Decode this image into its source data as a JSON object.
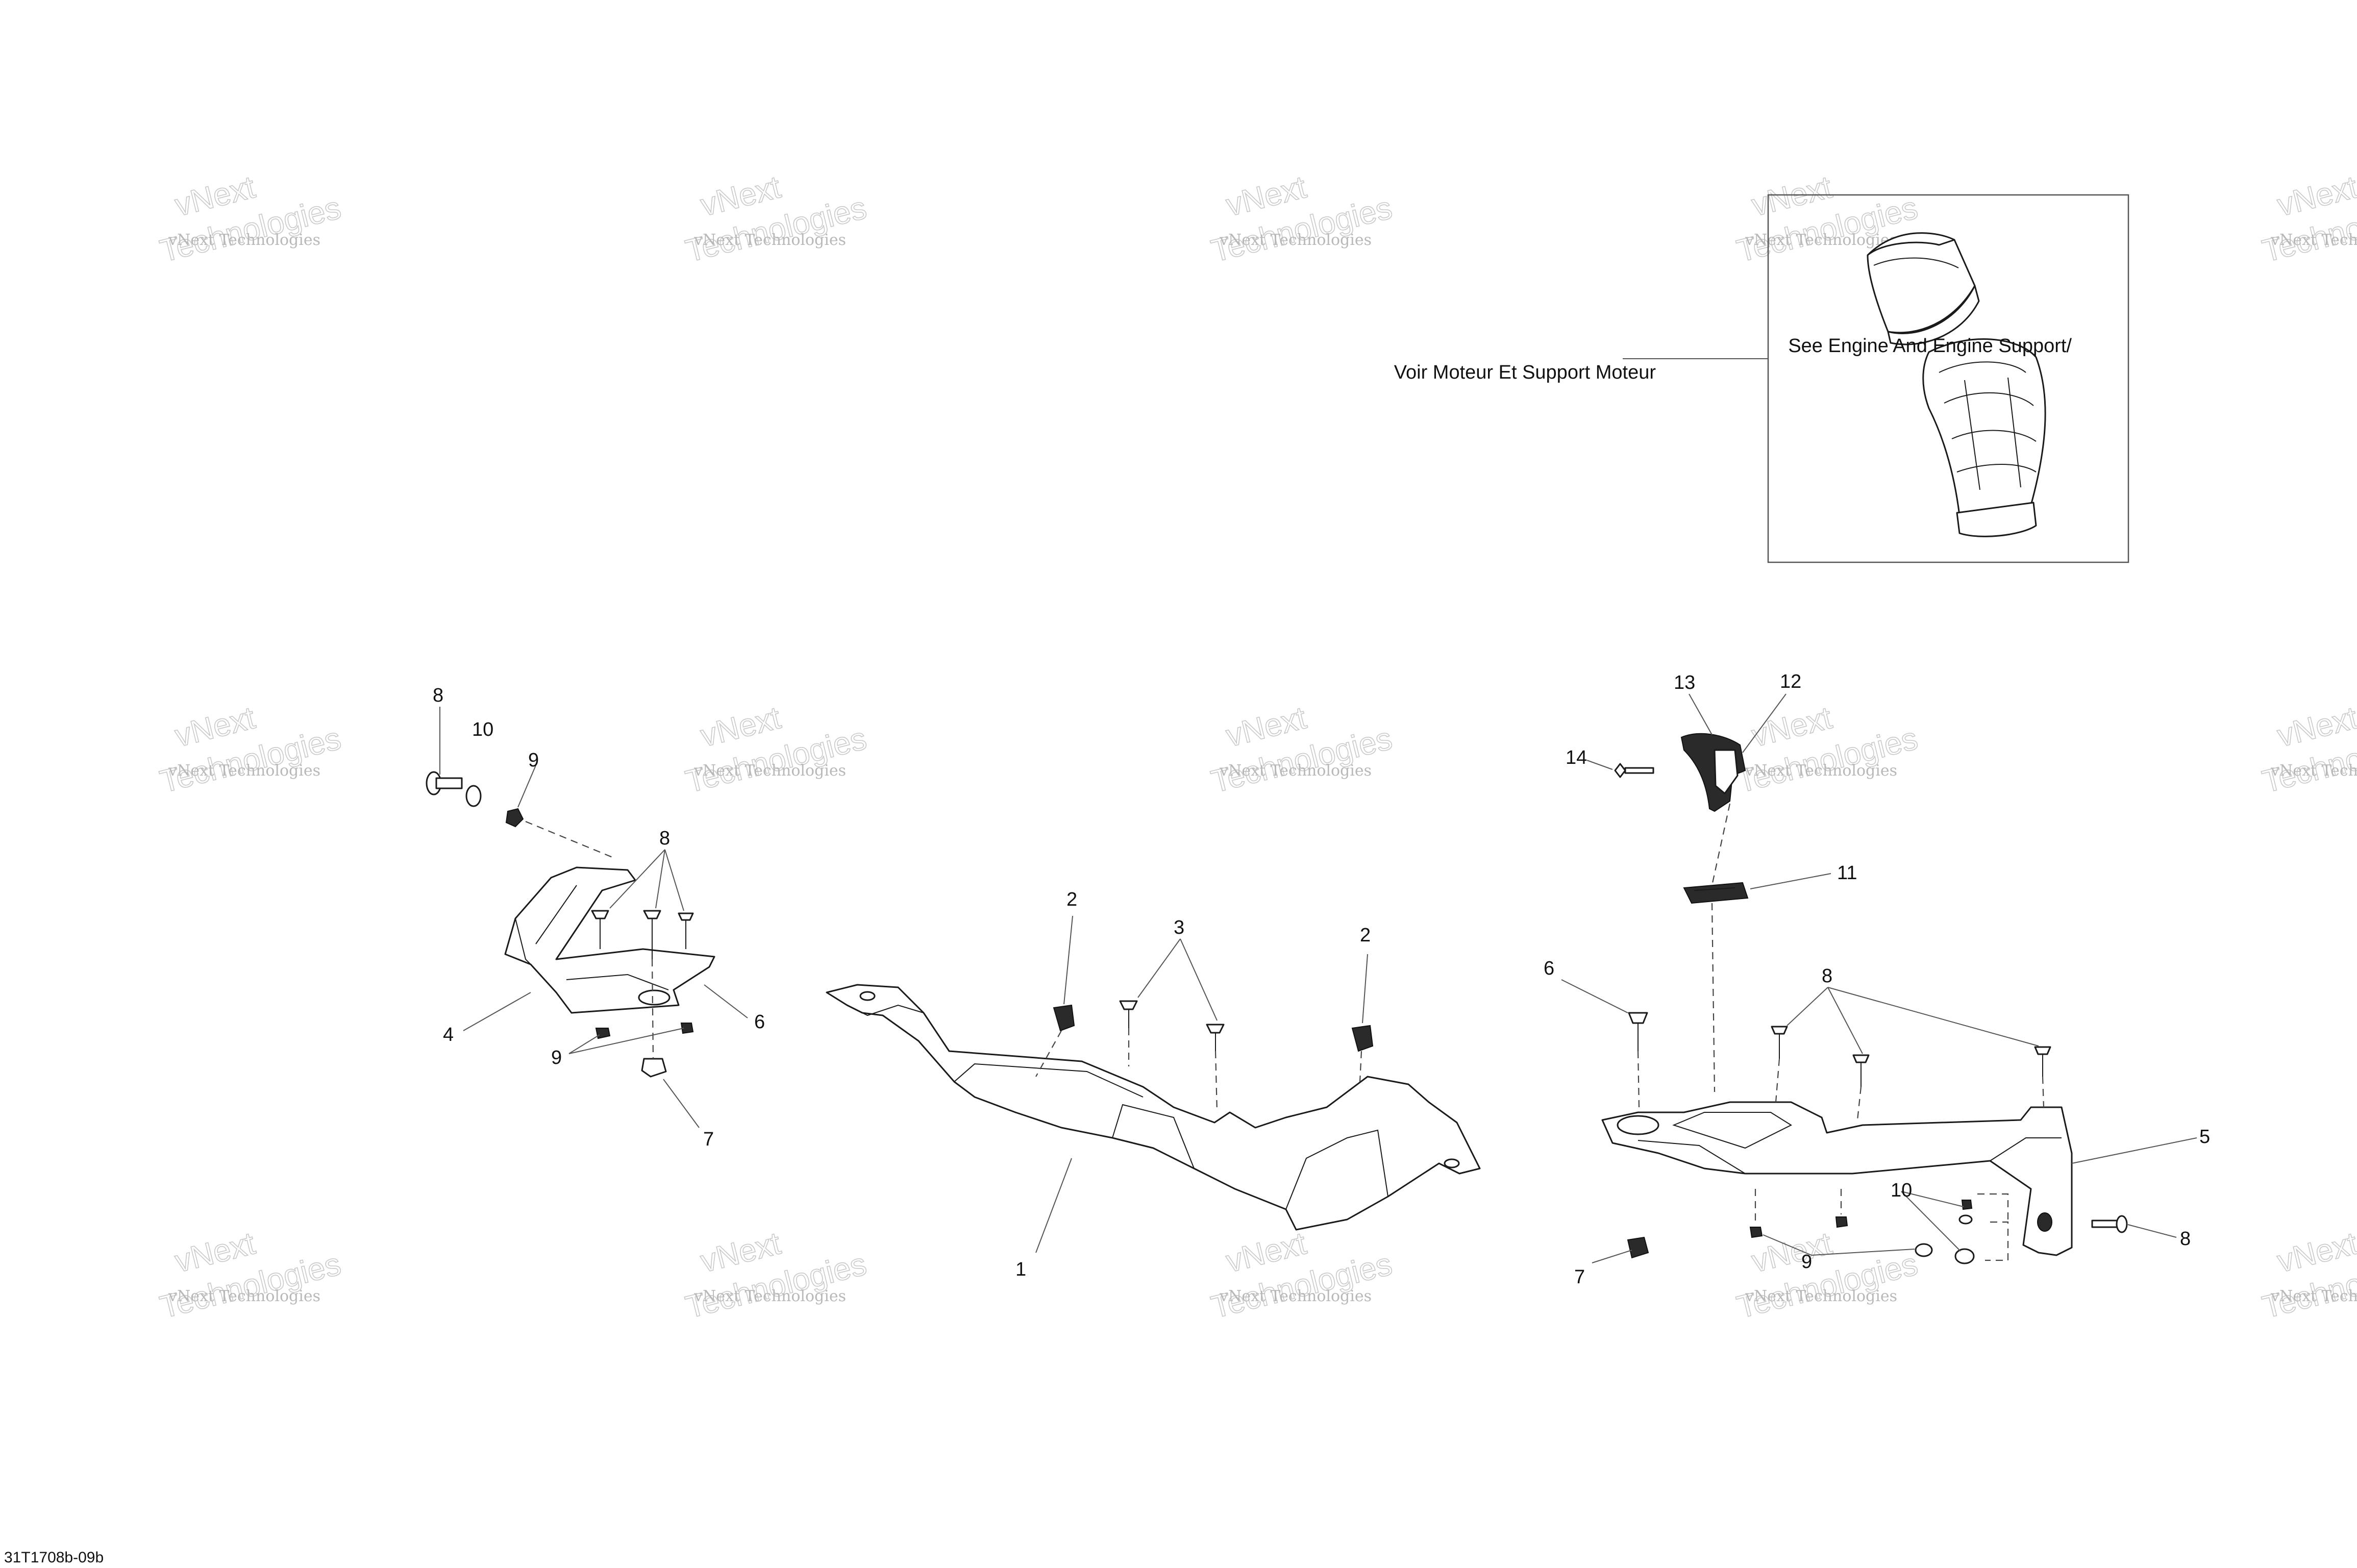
{
  "reference_note": {
    "line1": "See Engine And Engine Support/",
    "line2": "Voir Moteur Et Support Moteur"
  },
  "drawing_code": "31T1708b-09b",
  "watermark": {
    "line1": "vNext Technologies",
    "line2": "vNext",
    "line3": "Technologies"
  },
  "callouts": [
    "1",
    "2",
    "2",
    "3",
    "4",
    "5",
    "6",
    "6",
    "7",
    "7",
    "8",
    "8",
    "8",
    "8",
    "9",
    "9",
    "9",
    "10",
    "10",
    "11",
    "12",
    "13",
    "14"
  ]
}
